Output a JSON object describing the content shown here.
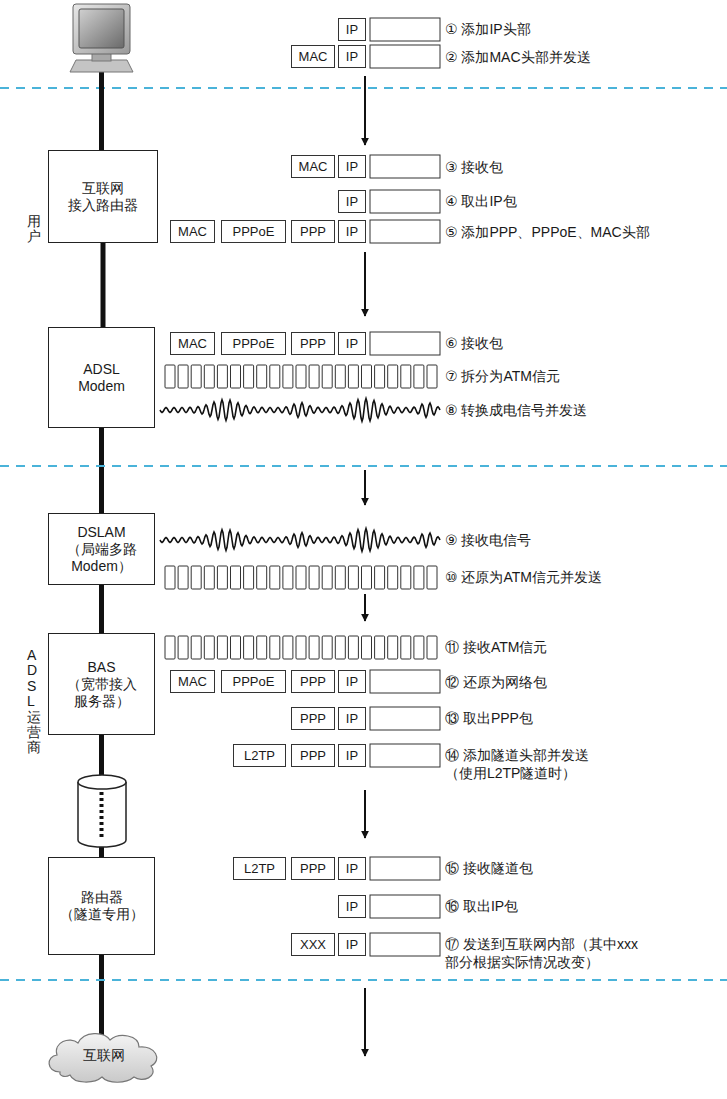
{
  "diagram": {
    "nodes": [
      {
        "text": [
          "IP"
        ]
      },
      {
        "text": [
          "MAC"
        ]
      },
      {
        "text": [
          "IP"
        ]
      },
      {
        "text": [
          "互联网 接入路由器"
        ]
      },
      {
        "text": [
          "MAC"
        ]
      },
      {
        "text": [
          "IP"
        ]
      },
      {
        "text": [
          "IP"
        ]
      },
      {
        "text": [
          "MAC"
        ]
      },
      {
        "text": [
          "PPPoE"
        ]
      },
      {
        "text": [
          "PPP"
        ]
      },
      {
        "text": [
          "IP"
        ]
      },
      {
        "text": [
          "ADSL Modem"
        ]
      },
      {
        "text": [
          "MAC"
        ]
      },
      {
        "text": [
          "PPPoE"
        ]
      },
      {
        "text": [
          "PPP"
        ]
      },
      {
        "text": [
          "IP"
        ]
      },
      {
        "text": [
          "DSLAM",
          "（局端多路 Modem）"
        ]
      },
      {
        "text": [
          "BAS",
          "（宽带接入 服务器）"
        ]
      },
      {
        "text": [
          "MAC"
        ]
      },
      {
        "text": [
          "PPPoE"
        ]
      },
      {
        "text": [
          "PPP"
        ]
      },
      {
        "text": [
          "IP"
        ]
      },
      {
        "text": [
          "PPP"
        ]
      },
      {
        "text": [
          "IP"
        ]
      },
      {
        "text": [
          "L2TP"
        ]
      },
      {
        "text": [
          "PPP"
        ]
      },
      {
        "text": [
          "IP"
        ]
      },
      {
        "text": [
          "路由器",
          "（隧道专用）"
        ]
      },
      {
        "text": [
          "L2TP"
        ]
      },
      {
        "text": [
          "PPP"
        ]
      },
      {
        "text": [
          "IP"
        ]
      },
      {
        "text": [
          "IP"
        ]
      },
      {
        "text": [
          "XXX"
        ]
      },
      {
        "text": [
          "IP"
        ]
      },
      {
        "text": [
          "互联网"
        ]
      }
    ],
    "edges": [
      {
        "from": 3,
        "to": 11,
        "arrow": "none"
      },
      {
        "from": 11,
        "to": 16,
        "arrow": "none"
      },
      {
        "from": 16,
        "to": 17,
        "arrow": "none"
      },
      {
        "from": 17,
        "to": 27,
        "arrow": "none"
      },
      {
        "from": 27,
        "to": 34,
        "arrow": "none"
      }
    ],
    "labels": [
      "① 添加IP头部",
      "② 添加MAC头部并发送",
      "③ 接收包",
      "④ 取出IP包",
      "⑤ 添加PPP、PPPoE、MAC头部",
      "用户",
      "⑥ 接收包",
      "⑦ 拆分为ATM信元",
      "⑧ 转换成电信号并发送",
      "⑨ 接收电信号",
      "⑩ 还原为ATM信元并发送",
      "⑪ 接收ATM信元",
      "ADSL运营商",
      "⑫ 还原为网络包",
      "⑬ 取出PPP包",
      "⑭ 添加隧道头部并发送 （使用L2TP隧道时）",
      "⑮ 接收隧道包",
      "⑯ 取出IP包",
      "⑰ 发送到互联网内部（其中xxx 部分根据实际情况改变）"
    ]
  }
}
